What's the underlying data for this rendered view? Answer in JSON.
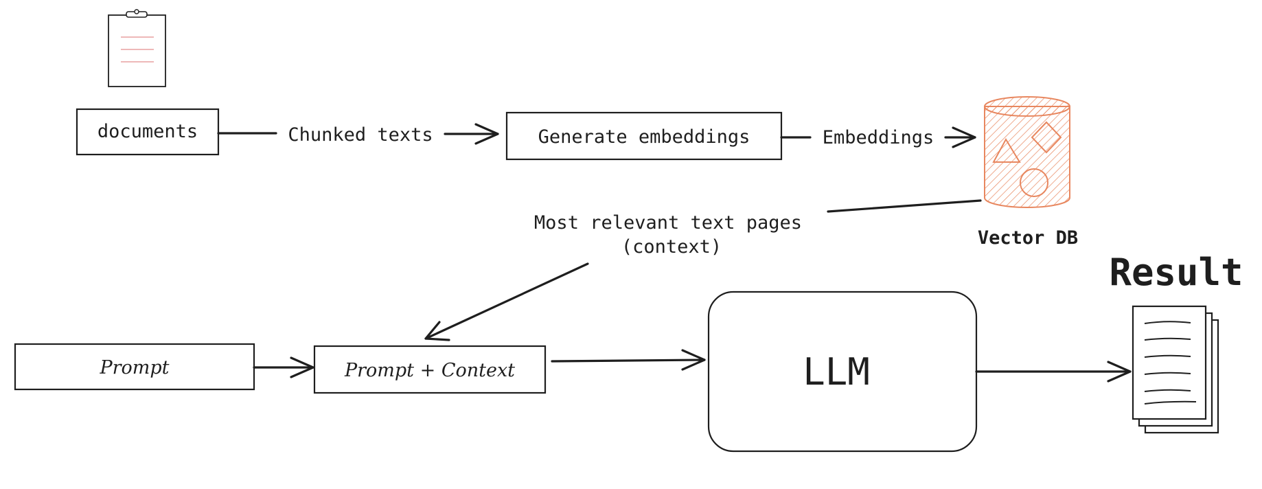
{
  "nodes": {
    "documents": "documents",
    "generate_embeddings": "Generate embeddings",
    "vector_db": "Vector DB",
    "prompt": "Prompt",
    "prompt_context": "Prompt + Context",
    "llm": "LLM",
    "result": "Result"
  },
  "edges": {
    "chunked_texts": "Chunked texts",
    "embeddings": "Embeddings",
    "relevant_line1": "Most relevant text pages",
    "relevant_line2": "(context)"
  },
  "icons": {
    "documents": "clipboard-icon",
    "vector_db": "database-cylinder-icon",
    "result": "document-stack-icon"
  },
  "colors": {
    "stroke": "#1e1e1e",
    "clipboard_lines": "#e8a0a0",
    "vector_db": "#e8875f"
  }
}
